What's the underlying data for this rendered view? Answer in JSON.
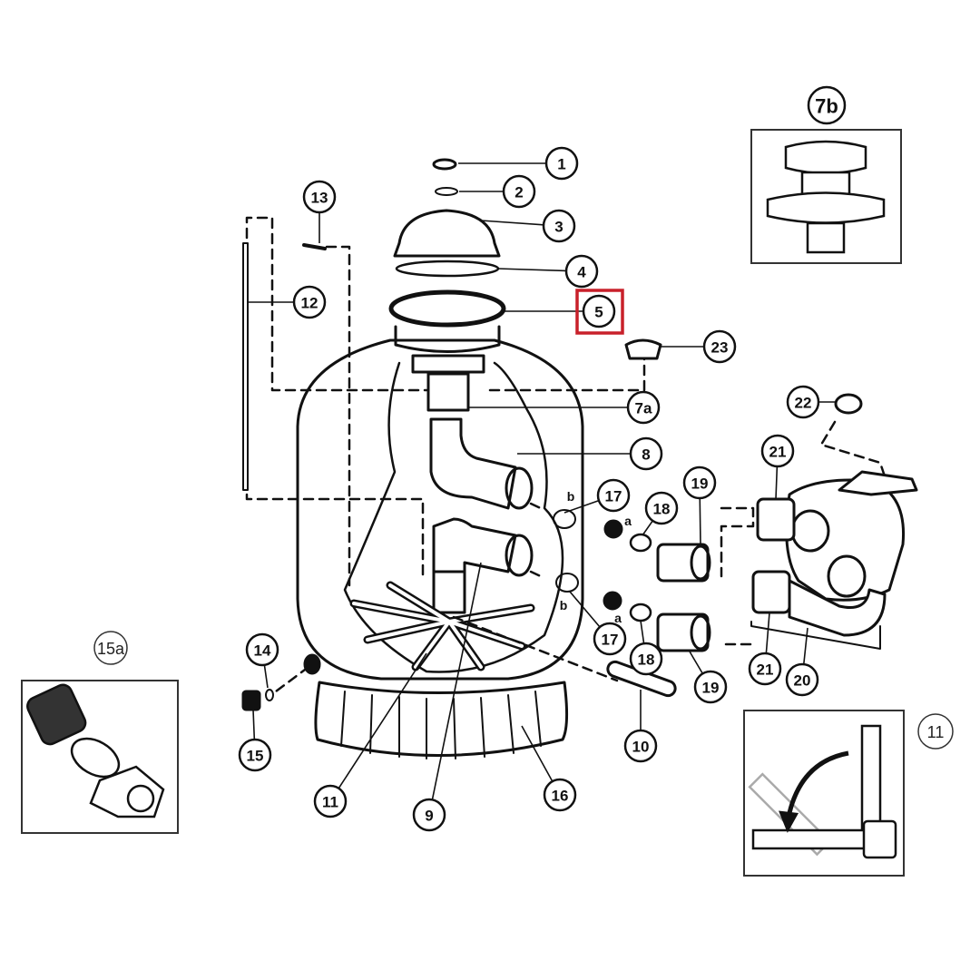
{
  "diagram": {
    "title": "Sand filter exploded parts diagram",
    "highlight_color": "#c8202a",
    "highlighted_part": "5",
    "callouts": [
      "1",
      "2",
      "3",
      "4",
      "5",
      "23",
      "22",
      "7a",
      "8",
      "21",
      "17",
      "b",
      "a",
      "18",
      "19",
      "19",
      "18",
      "17",
      "a",
      "b",
      "21",
      "20",
      "10",
      "16",
      "9",
      "11",
      "15",
      "14",
      "13",
      "12"
    ],
    "insets": {
      "detail_7b": "7b",
      "detail_15a": "15a",
      "detail_11": "11"
    }
  }
}
